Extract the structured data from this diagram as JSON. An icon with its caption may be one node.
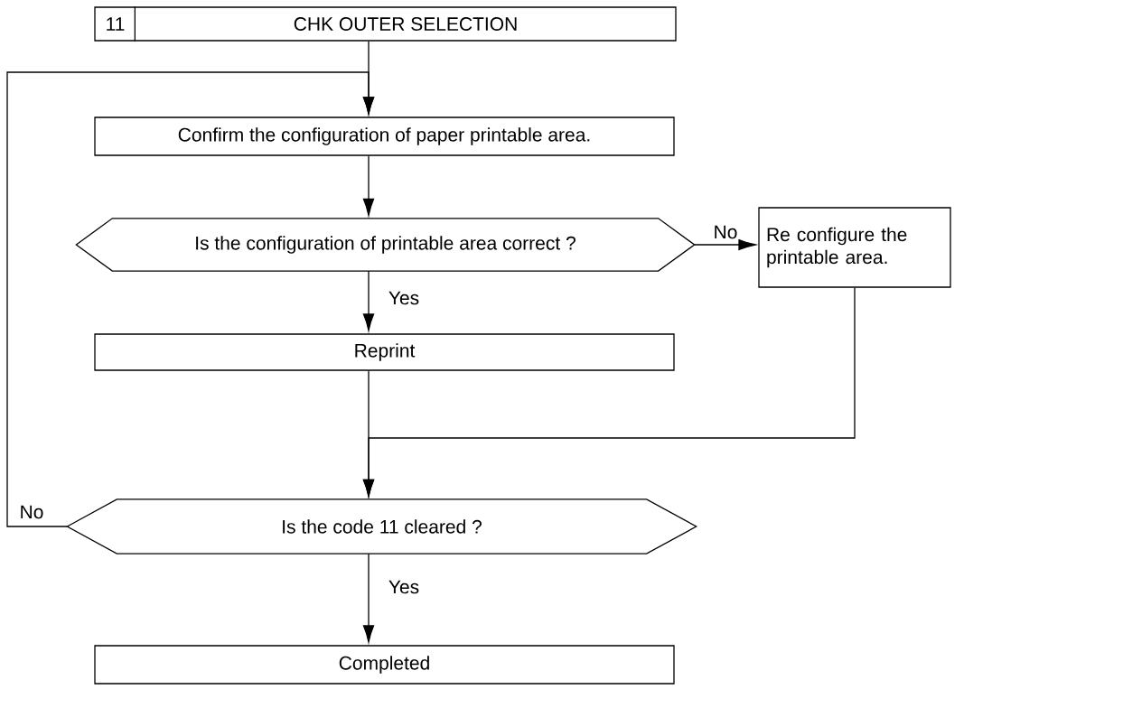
{
  "diagram": {
    "nodes": [
      {
        "text": [
          "11",
          "CHK OUTER SELECTION"
        ]
      },
      {
        "text": [
          "Confirm the configuration of paper printable area."
        ]
      },
      {
        "text": [
          "Is the configuration of printable area correct ?"
        ]
      },
      {
        "text": [
          "Re configure the printable area."
        ]
      },
      {
        "text": [
          "Reprint"
        ]
      },
      {
        "text": [
          "Is the code 11 cleared ?"
        ]
      },
      {
        "text": [
          "Completed"
        ]
      }
    ],
    "edges": [
      {
        "from": 0,
        "to": 1,
        "arrow": "to"
      },
      {
        "from": 5,
        "to": 1,
        "arrow": "to",
        "label": "No"
      },
      {
        "from": 1,
        "to": 2,
        "arrow": "to"
      },
      {
        "from": 2,
        "to": 3,
        "arrow": "to",
        "label": "No"
      },
      {
        "from": 2,
        "to": 4,
        "arrow": "to",
        "label": "Yes"
      },
      {
        "from": 4,
        "to": 5,
        "arrow": "to"
      },
      {
        "from": 3,
        "to": 5,
        "arrow": "to"
      },
      {
        "from": 5,
        "to": 6,
        "arrow": "to",
        "label": "Yes"
      }
    ]
  }
}
